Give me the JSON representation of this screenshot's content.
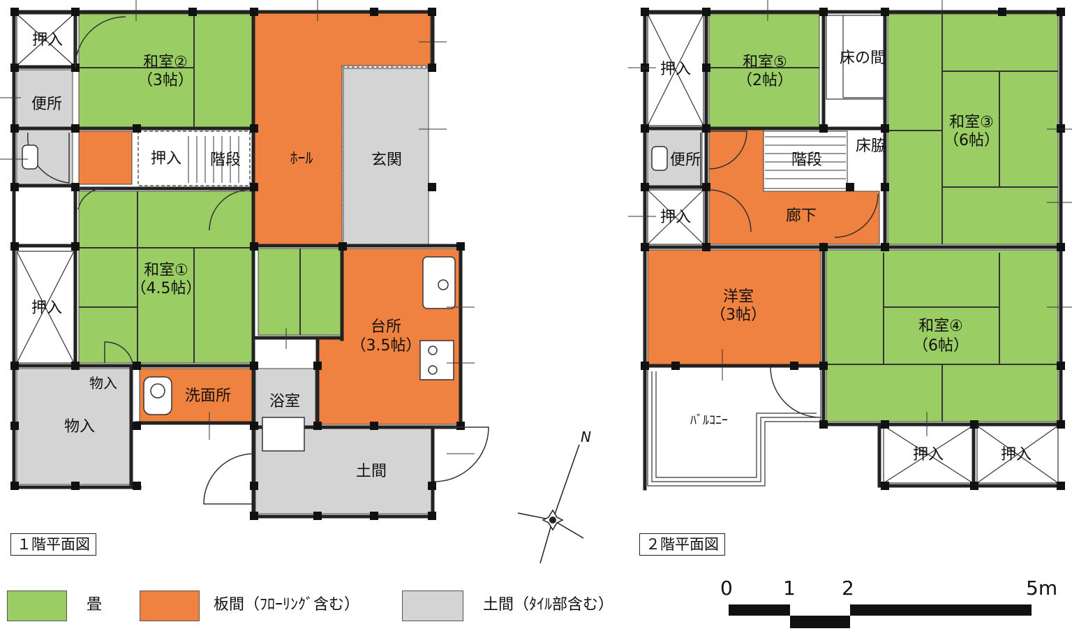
{
  "colors": {
    "tatami": "#9ACD63",
    "flooring": "#EF8240",
    "dirt": "#D4D4D4",
    "wall": "#222222",
    "pillar": "#111111"
  },
  "floor1": {
    "title": "１階平面図",
    "rooms": {
      "oshiire_a": "押入",
      "washitsu2_name": "和室②",
      "washitsu2_size": "（3帖）",
      "benjo": "便所",
      "oshiire_b": "押入",
      "kaidan": "階段",
      "hall": "ﾎｰﾙ",
      "genkan": "玄関",
      "oshiire_c": "押入",
      "washitsu1_name": "和室①",
      "washitsu1_size": "（4.5帖）",
      "daidokoro_name": "台所",
      "daidokoro_size": "（3.5帖）",
      "monoire_small": "物入",
      "senmenjo": "洗面所",
      "yokushitsu": "浴室",
      "monoire": "物入",
      "doma": "土間"
    }
  },
  "floor2": {
    "title": "２階平面図",
    "rooms": {
      "oshiire_a": "押入",
      "washitsu5_name": "和室⑤",
      "washitsu5_size": "（2帖）",
      "tokonoma": "床の間",
      "washitsu3_name": "和室③",
      "washitsu3_size": "（6帖）",
      "benjo": "便所",
      "kaidan": "階段",
      "tokowaki": "床脇",
      "oshiire_b": "押入",
      "rouka": "廊下",
      "youshitsu_name": "洋室",
      "youshitsu_size": "（3帖）",
      "washitsu4_name": "和室④",
      "washitsu4_size": "（6帖）",
      "balcony": "ﾊﾞﾙｺﾆｰ",
      "oshiire_c": "押入",
      "oshiire_d": "押入"
    }
  },
  "compass": {
    "north": "N"
  },
  "legend": {
    "tatami": "畳",
    "flooring": "板間（ﾌﾛｰﾘﾝｸﾞ含む）",
    "dirt": "土間（ﾀｲﾙ部含む）"
  },
  "scale": {
    "ticks": [
      "0",
      "1",
      "2",
      "5m"
    ]
  }
}
